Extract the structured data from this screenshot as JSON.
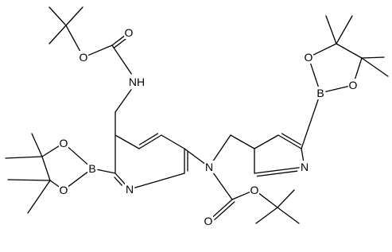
{
  "molecule": {
    "atom_labels": [
      {
        "id": "o-carbonyl-boc1",
        "text": "O"
      },
      {
        "id": "o-ester-boc1",
        "text": "O"
      },
      {
        "id": "nh-carbamate",
        "text": "NH"
      },
      {
        "id": "b-left",
        "text": "B"
      },
      {
        "id": "o-left-upper",
        "text": "O"
      },
      {
        "id": "o-left-lower",
        "text": "O"
      },
      {
        "id": "n-pyridine-left",
        "text": "N"
      },
      {
        "id": "n-tertiary",
        "text": "N"
      },
      {
        "id": "o-carbonyl-boc2",
        "text": "O"
      },
      {
        "id": "o-ester-boc2",
        "text": "O"
      },
      {
        "id": "n-pyridine-right",
        "text": "N"
      },
      {
        "id": "b-right",
        "text": "B"
      },
      {
        "id": "o-right-upper",
        "text": "O"
      },
      {
        "id": "o-right-lower",
        "text": "O"
      }
    ]
  }
}
